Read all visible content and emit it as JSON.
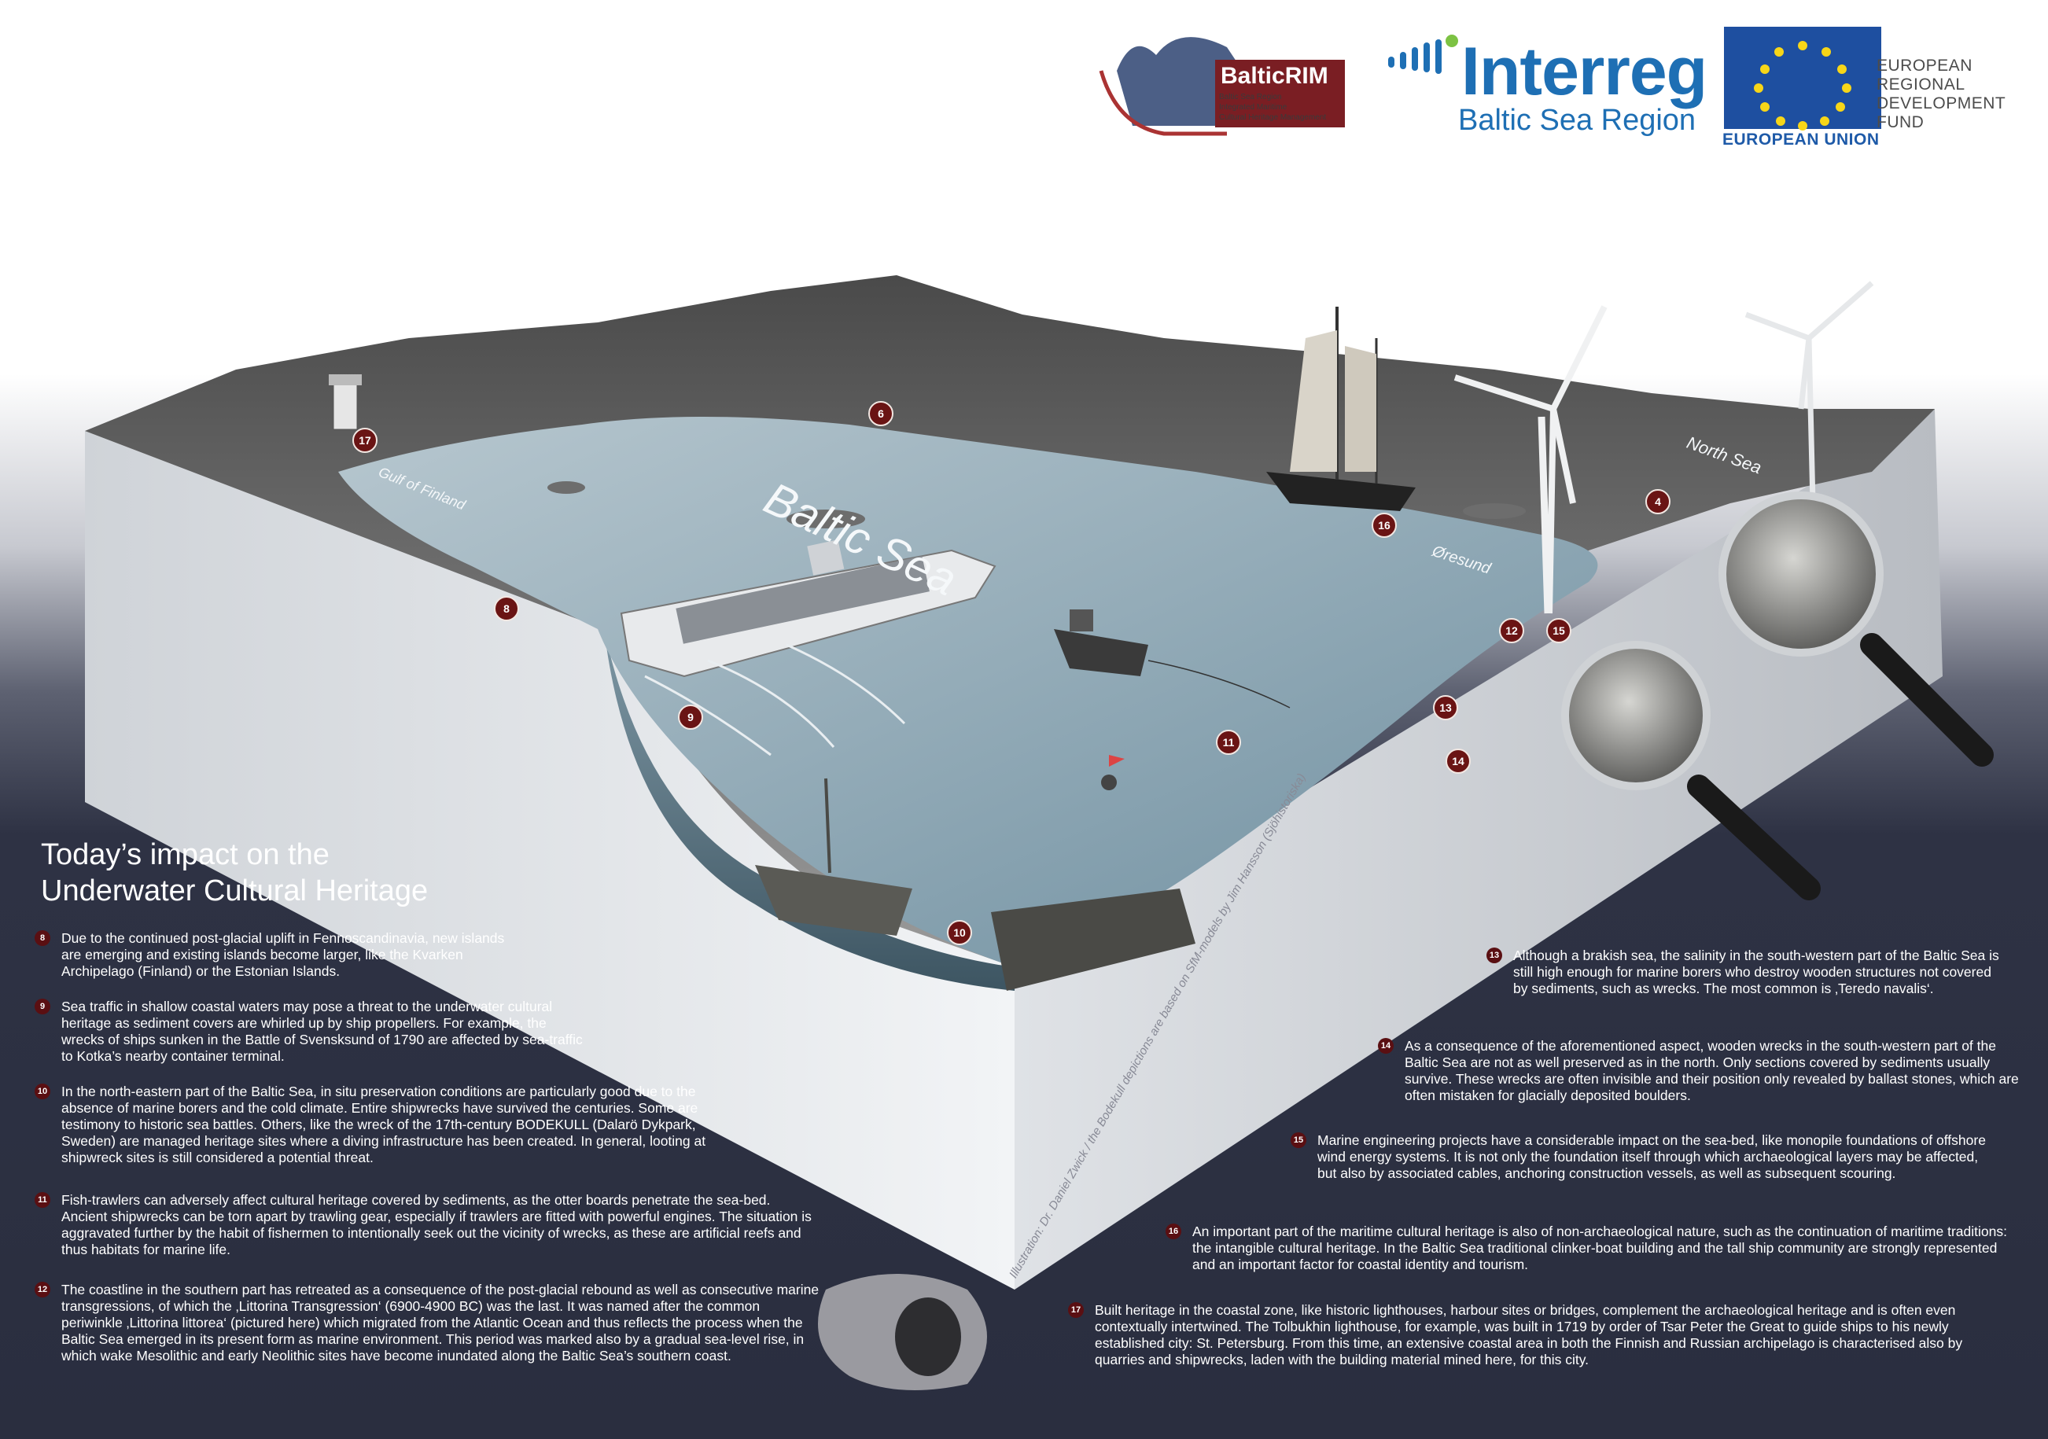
{
  "logos": {
    "balticrim": {
      "name": "BalticRIM",
      "subtitle_lines": [
        "Baltic Sea Region",
        "Integrated Maritime",
        "Cultural Heritage Management"
      ]
    },
    "interreg": {
      "name": "Interreg",
      "subtitle": "Baltic Sea Region"
    },
    "eu": {
      "label": "EUROPEAN UNION",
      "fund_lines": [
        "EUROPEAN",
        "REGIONAL",
        "DEVELOPMENT",
        "FUND"
      ]
    }
  },
  "map_labels": {
    "baltic_sea": "Baltic Sea",
    "gulf_of_finland": "Gulf of Finland",
    "north_sea": "North Sea",
    "oresund": "Øresund"
  },
  "heading": [
    "Today’s impact on the",
    "Underwater Cultural Heritage"
  ],
  "notes": [
    {
      "num": "8",
      "text": "Due to the continued post-glacial uplift in Fennoscandinavia, new islands are emerging and existing islands become larger, like the Kvarken Archipelago (Finland) or the Estonian Islands."
    },
    {
      "num": "9",
      "text": "Sea traffic in shallow coastal waters may pose a threat to the underwater cultural heritage as sediment covers are whirled up by ship propellers. For example, the wrecks of ships sunken in the Battle of Svensksund of 1790 are affected by sea-traffic to Kotka’s nearby container terminal."
    },
    {
      "num": "10",
      "text": "In the north-eastern part of the Baltic Sea, in situ preservation conditions are particularly good due to the absence of marine borers and the cold climate. Entire shipwrecks have survived the centuries. Some are testimony to historic sea battles. Others, like the wreck of the 17th-century BODEKULL (Dalarö Dykpark, Sweden) are managed heritage sites where a diving infrastructure has been created. In general, looting at shipwreck sites is still considered a potential threat."
    },
    {
      "num": "11",
      "text": "Fish-trawlers can adversely affect cultural heritage covered by sediments, as the otter boards penetrate the sea-bed. Ancient shipwrecks can be torn apart by trawling gear, especially if trawlers are fitted with powerful engines. The situation is aggravated further by the habit of fishermen to intentionally seek out the vicinity of wrecks, as these are artificial reefs and thus habitats for marine life."
    },
    {
      "num": "12",
      "text": "The coastline in the southern part has retreated as a consequence of the post-glacial rebound as well as consecutive marine transgressions, of which the ‚Littorina Transgression‘ (6900-4900 BC) was the last. It was named after the common periwinkle ‚Littorina littorea‘ (pictured here) which migrated from the Atlantic Ocean and thus reflects the process when the Baltic Sea emerged in its present form as marine environment. This period was marked also by a gradual sea-level rise, in which wake Mesolithic and early Neolithic sites have become inundated along the Baltic Sea’s southern coast."
    },
    {
      "num": "13",
      "text": "Although a brakish sea, the salinity in the south-western part of the Baltic Sea is still high enough for marine borers who destroy wooden structures not covered by sediments, such as wrecks. The most common is ‚Teredo navalis‘."
    },
    {
      "num": "14",
      "text": "As a consequence of the aforementioned aspect, wooden wrecks in the south-western part of the Baltic Sea are not as well preserved as in the north. Only sections covered by sediments usually survive. These wrecks are often invisible and their position only revealed by ballast stones, which are often mistaken for glacially deposited boulders."
    },
    {
      "num": "15",
      "text": "Marine engineering projects have a considerable impact on the sea-bed, like monopile foundations of offshore wind energy systems. It is not only the foundation itself through which archaeological layers may be affected, but also by associated cables, anchoring construction vessels, as well as subsequent scouring."
    },
    {
      "num": "16",
      "text": "An important part of the maritime cultural heritage is also of non-archaeological nature, such as the continuation of maritime traditions: the intangible cultural heritage. In the Baltic Sea traditional clinker-boat building and the tall ship community are strongly represented and an important factor for coastal identity and tourism."
    },
    {
      "num": "17",
      "text": "Built heritage in the coastal zone, like historic lighthouses, harbour sites or bridges, complement the archaeological heritage and is often even contextually intertwined. The Tolbukhin lighthouse, for example, was built in 1719 by order of Tsar Peter the Great to guide ships to his newly established city: St. Petersburg. From this time, an extensive coastal area in both the Finnish and Russian archipelago is characterised also by quarries and shipwrecks, laden with the building material mined here,  for this city."
    }
  ],
  "credit": "Illustration: Dr. Daniel Zwick / the Bodekull depictions are based on SfM-models by Jim Hansson (Sjöhistoriska)",
  "colors": {
    "marker": "#6a1414",
    "water": "#8fa8b6",
    "land": "#7b7b7b",
    "panel": "#2b2f40",
    "interreg_blue": "#1e6fb4",
    "eu_blue": "#1e4fa0",
    "eu_gold": "#f7d618"
  }
}
